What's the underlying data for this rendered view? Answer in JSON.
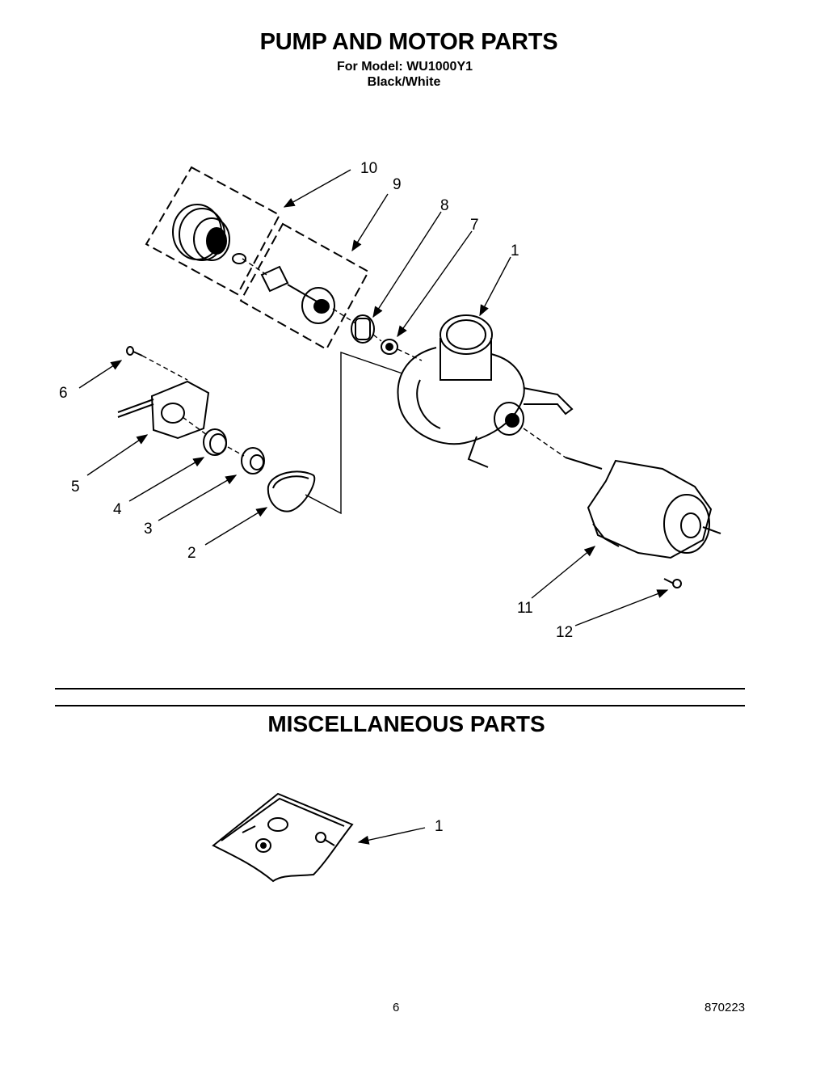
{
  "header": {
    "title": "PUMP AND MOTOR PARTS",
    "model_line": "For Model: WU1000Y1",
    "color_line": "Black/White"
  },
  "pump_motor_diagram": {
    "callouts": [
      "10",
      "9",
      "8",
      "7",
      "1",
      "6",
      "5",
      "4",
      "3",
      "2",
      "11",
      "12"
    ]
  },
  "misc_section": {
    "title": "MISCELLANEOUS PARTS",
    "callouts": [
      "1"
    ]
  },
  "footer": {
    "page_number": "6",
    "doc_code": "870223"
  }
}
